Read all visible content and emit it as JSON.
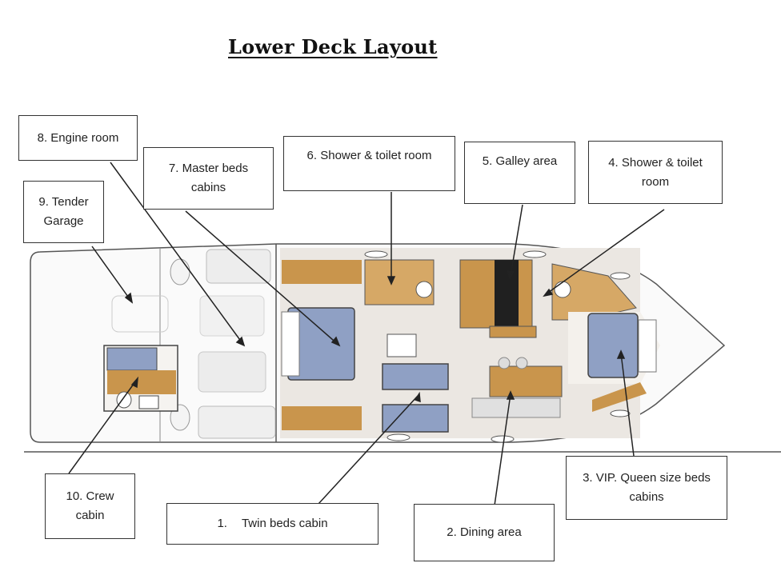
{
  "title": "Lower Deck Layout",
  "labels": {
    "twin_beds": {
      "num": "1.",
      "text": "Twin beds cabin"
    },
    "dining": "2. Dining area",
    "vip": {
      "line1": "3. VIP. Queen size beds",
      "line2": "cabins"
    },
    "shower_fwd": {
      "line1": "4. Shower & toilet",
      "line2": "room"
    },
    "galley": "5. Galley area",
    "shower_mid": "6. Shower & toilet room",
    "master": {
      "line1": "7. Master beds",
      "line2": "cabins"
    },
    "engine": "8. Engine room",
    "tender": {
      "line1": "9. Tender",
      "line2": "Garage"
    },
    "crew": {
      "line1": "10. Crew",
      "line2": "cabin"
    }
  },
  "colors": {
    "wood": "#c9954c",
    "bed": "#8fa0c4",
    "floor": "#e9e4de",
    "outline": "#444444"
  }
}
